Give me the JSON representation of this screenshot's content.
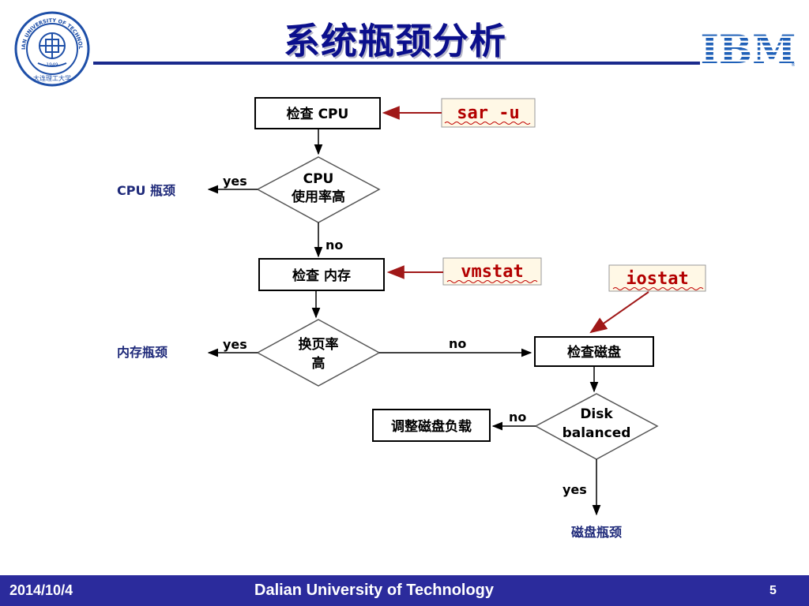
{
  "slide": {
    "title": "系统瓶颈分析"
  },
  "logos": {
    "left_logo_name": "university-seal",
    "right_logo_name": "ibm-logo",
    "seal_text": "DALIAN UNIVERSITY OF TECHNOLOGY",
    "seal_year": "1949",
    "seal_chinese": "大连理工大学",
    "ibm_text": "IBM"
  },
  "diagram": {
    "steps": {
      "check_cpu": "检查 CPU",
      "check_memory": "检查 内存",
      "check_disk": "检查磁盘",
      "adjust_disk_load": "调整磁盘负载"
    },
    "decisions": {
      "cpu_high_line1": "CPU",
      "cpu_high_line2": "使用率高",
      "paging_high_line1": "换页率",
      "paging_high_line2": "高",
      "disk_balanced_line1": "Disk",
      "disk_balanced_line2": "balanced"
    },
    "outcomes": {
      "cpu_bottleneck": "CPU 瓶颈",
      "memory_bottleneck": "内存瓶颈",
      "disk_bottleneck": "磁盘瓶颈"
    },
    "edge_labels": {
      "cpu_yes": "yes",
      "cpu_no": "no",
      "paging_yes": "yes",
      "paging_no": "no",
      "disk_no": "no",
      "disk_yes": "yes"
    },
    "commands": {
      "sar": "sar -u",
      "vmstat": "vmstat",
      "iostat": "iostat"
    },
    "colors": {
      "title": "#0b0f8c",
      "outcome_text": "#1f2a7a",
      "command_text": "#b30000",
      "command_bg": "#fff8e6",
      "command_arrow": "#a01818",
      "footer_bg": "#2b2b9c"
    }
  },
  "footer": {
    "date": "2014/10/4",
    "organization": "Dalian University of Technology",
    "page_number": "5"
  }
}
